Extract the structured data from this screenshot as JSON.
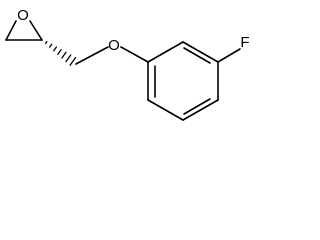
{
  "structure": {
    "atoms": {
      "epoxide_oxygen": "O",
      "ether_oxygen": "O",
      "fluorine": "F"
    },
    "stereo_bond": "hashed-wedge"
  }
}
